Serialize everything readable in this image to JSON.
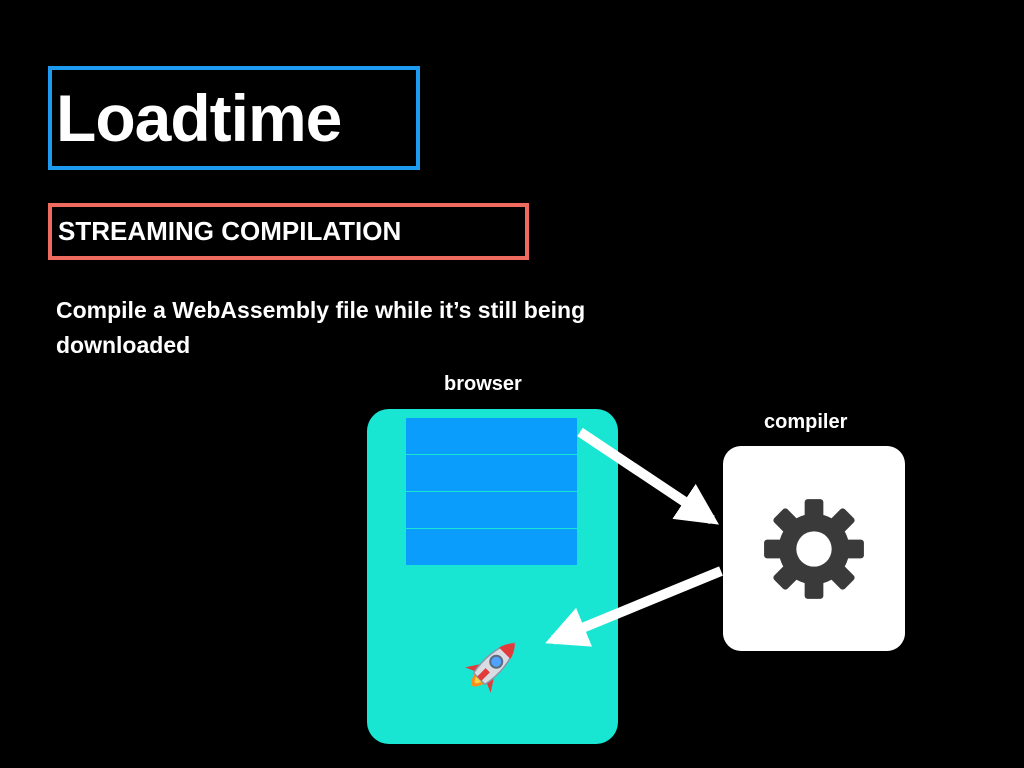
{
  "slide": {
    "title": "Loadtime",
    "subtitle": "STREAMING COMPILATION",
    "description": "Compile a WebAssembly file while it’s still being downloaded"
  },
  "diagram": {
    "browser_label": "browser",
    "compiler_label": "compiler",
    "chunk_count": 4,
    "icons": [
      "gear-icon",
      "rocket-icon"
    ]
  },
  "colors": {
    "background": "#000000",
    "title_border": "#1d9bf0",
    "subtitle_border": "#ef6b5f",
    "browser_fill": "#19e6d2",
    "chunk_fill": "#0a9dfb",
    "compiler_fill": "#ffffff",
    "gear": "#3a3a3a",
    "arrow": "#ffffff"
  }
}
